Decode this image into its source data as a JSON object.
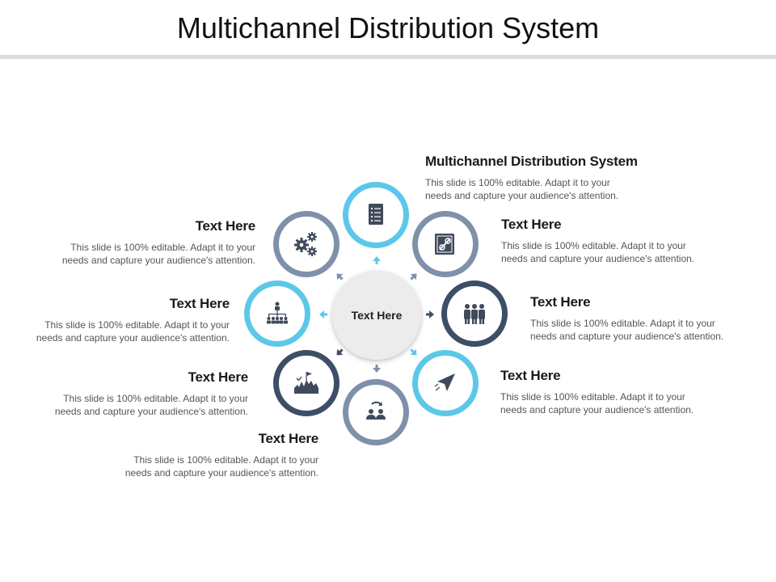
{
  "title": "Multichannel Distribution System",
  "center_label": "Text Here",
  "colors": {
    "light_blue": "#5bc8ea",
    "slate": "#7f91aa",
    "dark_navy": "#3d4f66",
    "icon": "#3f4a5a"
  },
  "labels": [
    {
      "title": "Multichannel Distribution System",
      "desc1": "This slide is 100% editable. Adapt it to your",
      "desc2": "needs and capture your audience's attention."
    },
    {
      "title": "Text Here",
      "desc1": "This slide is 100% editable. Adapt it to your",
      "desc2": "needs and capture your audience's attention."
    },
    {
      "title": "Text Here",
      "desc1": "This slide is 100% editable. Adapt it to your",
      "desc2": "needs and capture your audience's attention."
    },
    {
      "title": "Text Here",
      "desc1": "This slide is 100% editable. Adapt it to your",
      "desc2": "needs and capture your audience's attention."
    },
    {
      "title": "Text Here",
      "desc1": "This slide is 100% editable. Adapt it to your",
      "desc2": "needs and capture your audience's attention."
    },
    {
      "title": "Text Here",
      "desc1": "This slide is 100% editable. Adapt it to your",
      "desc2": "needs and capture your audience's attention."
    },
    {
      "title": "Text Here",
      "desc1": "This slide is 100% editable. Adapt it to your",
      "desc2": "needs and capture your audience's attention."
    },
    {
      "title": "Text Here",
      "desc1": "This slide is 100% editable. Adapt it to your",
      "desc2": "needs and capture your audience's attention."
    }
  ],
  "nodes": [
    {
      "icon": "checklist-icon",
      "color": "light_blue"
    },
    {
      "icon": "document-link-icon",
      "color": "slate"
    },
    {
      "icon": "team-icon",
      "color": "dark_navy"
    },
    {
      "icon": "paper-plane-icon",
      "color": "light_blue"
    },
    {
      "icon": "user-cycle-icon",
      "color": "slate"
    },
    {
      "icon": "mountain-flag-icon",
      "color": "dark_navy"
    },
    {
      "icon": "org-chart-icon",
      "color": "light_blue"
    },
    {
      "icon": "gears-icon",
      "color": "slate"
    }
  ]
}
